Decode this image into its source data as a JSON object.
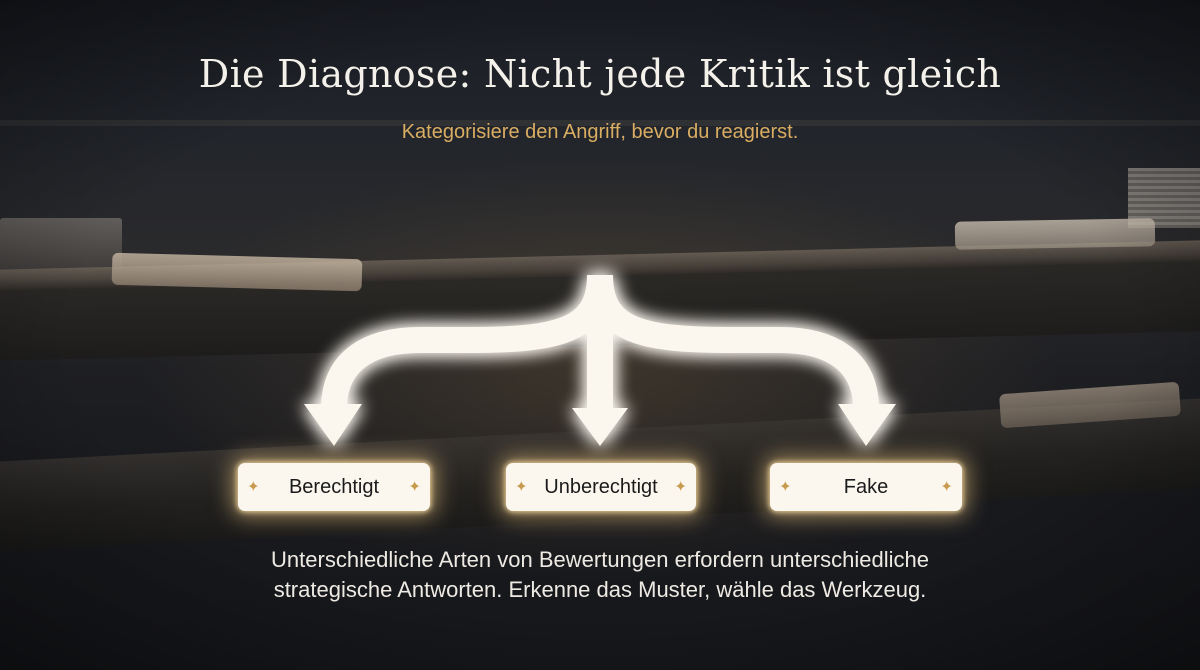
{
  "title": "Die Diagnose: Nicht jede Kritik ist gleich",
  "subtitle": "Kategorisiere den Angriff, bevor du reagierst.",
  "categories": [
    {
      "label": "Berechtigt"
    },
    {
      "label": "Unberechtigt"
    },
    {
      "label": "Fake"
    }
  ],
  "footer": {
    "line1": "Unterschiedliche Arten von Bewertungen erfordern unterschiedliche",
    "line2": "strategische Antworten. Erkenne das Muster, wähle das Werkzeug."
  },
  "colors": {
    "accent": "#d9ad62",
    "arrow": "#fbf7ef",
    "glow": "#ffd68c"
  },
  "icons": {
    "branch_arrows": "three-way-branch-arrow-icon",
    "sparkle": "four-point-sparkle-icon"
  }
}
